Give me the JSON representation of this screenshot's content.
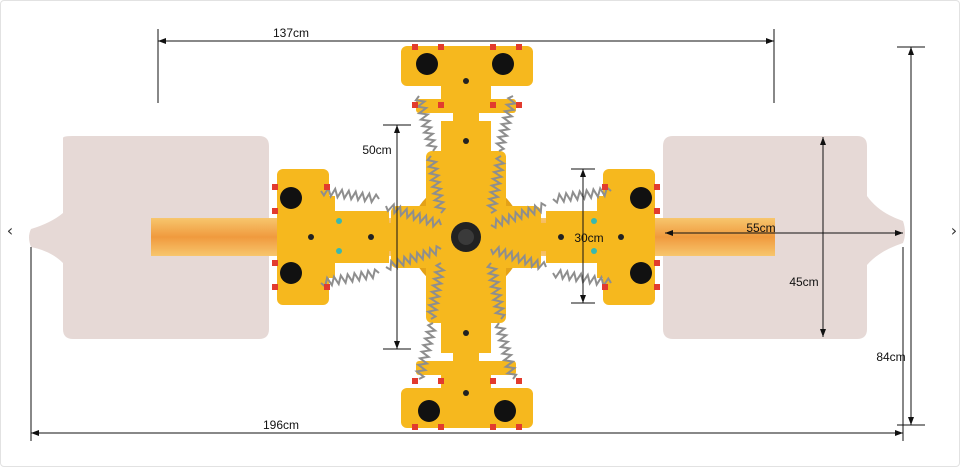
{
  "diagram": {
    "overall_width": "137cm",
    "overall_length": "196cm",
    "overall_height": "84cm",
    "seat_width": "45cm",
    "seat_length": "55cm",
    "center_arm_span": "50cm",
    "side_arm_span": "30cm"
  },
  "navigation": {
    "prev_glyph": "‹",
    "next_glyph": "›",
    "prev_icon": "chevron-left-icon",
    "next_icon": "chevron-right-icon"
  },
  "colors": {
    "frame_yellow": "#f6b81e",
    "frame_shadow": "#e59f10",
    "seat_pad": "#e6d9d6",
    "beam_orange": "#f0a030",
    "bolt_red": "#e23b2e",
    "wheel_black": "#111111",
    "spring_grey": "#9a9a9a",
    "dimension_line": "#111111",
    "accent_teal": "#39b8b0"
  }
}
